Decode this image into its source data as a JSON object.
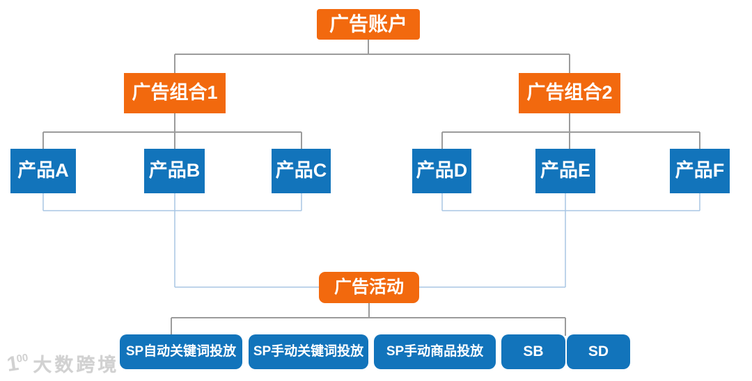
{
  "palette": {
    "node_orange": "#F2690E",
    "node_blue": "#1274BB",
    "connector_gray": "#9B9B9B",
    "connector_light_blue": "#A8C6E4",
    "node_text": "#FFFFFF"
  },
  "diagram": {
    "type": "hierarchy-org-chart",
    "levels": [
      {
        "level": 1,
        "nodes": [
          "广告账户"
        ]
      },
      {
        "level": 2,
        "nodes": [
          "广告组合1",
          "广告组合2"
        ]
      },
      {
        "level": 3,
        "nodes": [
          "产品A",
          "产品B",
          "产品C",
          "产品D",
          "产品E",
          "产品F"
        ]
      },
      {
        "level": 4,
        "nodes": [
          "广告活动"
        ]
      },
      {
        "level": 5,
        "nodes": [
          "SP自动关键词投放",
          "SP手动关键词投放",
          "SP手动商品投放",
          "SB",
          "SD"
        ]
      }
    ],
    "edges_note": "广告账户→广告组合1/2; 广告组合1→产品A/B/C; 广告组合2→产品D/E/F; 产品(A-F)→广告活动 (light blue); 广告活动→SP/SB/SD 投放类型 (gray)"
  },
  "nodes": {
    "account": {
      "label": "广告账户"
    },
    "portfolio1": {
      "label": "广告组合1"
    },
    "portfolio2": {
      "label": "广告组合2"
    },
    "productA": {
      "label": "产品A"
    },
    "productB": {
      "label": "产品B"
    },
    "productC": {
      "label": "产品C"
    },
    "productD": {
      "label": "产品D"
    },
    "productE": {
      "label": "产品E"
    },
    "productF": {
      "label": "产品F"
    },
    "campaign": {
      "label": "广告活动"
    },
    "sp_auto_keyword": {
      "label": "SP自动关键词投放"
    },
    "sp_manual_keyword": {
      "label": "SP手动关键词投放"
    },
    "sp_manual_product": {
      "label": "SP手动商品投放"
    },
    "sb": {
      "label": "SB"
    },
    "sd": {
      "label": "SD"
    }
  },
  "watermark": {
    "logo_main": "1",
    "logo_sup": "00",
    "text": "大数跨境"
  }
}
